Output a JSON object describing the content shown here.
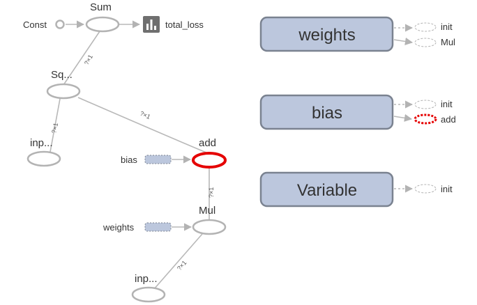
{
  "graph": {
    "nodes": {
      "sum": "Sum",
      "const": "Const",
      "summary": "total_loss",
      "square": "Sq...",
      "input_1": "inp...",
      "add": "add",
      "bias": "bias",
      "mul": "Mul",
      "weights": "weights",
      "input_2": "inp..."
    },
    "edge_labels": {
      "square_sum": "?×1",
      "input1_square": "?×1",
      "add_square": "?×1",
      "mul_add": "?×1",
      "input2_mul": "?×1"
    }
  },
  "aux_nodes": [
    {
      "name": "weights",
      "outputs": [
        "init",
        "Mul"
      ]
    },
    {
      "name": "bias",
      "outputs": [
        "init",
        "add"
      ]
    },
    {
      "name": "Variable",
      "outputs": [
        "init"
      ]
    }
  ],
  "colors": {
    "edge": "#b8b8b8",
    "node_border": "#b3b3b3",
    "variable_fill": "#bcc7dd",
    "variable_border": "#7a8290",
    "highlight": "#e50000",
    "summary_icon": "#6f6f6f"
  }
}
